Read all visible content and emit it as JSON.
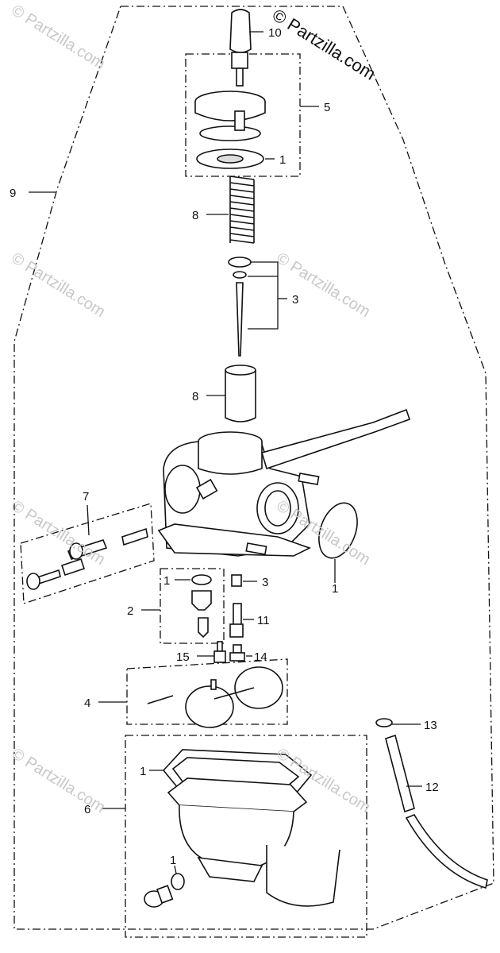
{
  "watermark": {
    "copyright": "© Partzilla.com",
    "repeat_text": "© Partzilla.com"
  },
  "callouts": [
    {
      "id": "c10",
      "label": "10"
    },
    {
      "id": "c5",
      "label": "5"
    },
    {
      "id": "c1a",
      "label": "1"
    },
    {
      "id": "c9",
      "label": "9"
    },
    {
      "id": "c8a",
      "label": "8"
    },
    {
      "id": "c3a",
      "label": "3"
    },
    {
      "id": "c8b",
      "label": "8"
    },
    {
      "id": "c7",
      "label": "7"
    },
    {
      "id": "c1b",
      "label": "1"
    },
    {
      "id": "c1c",
      "label": "1"
    },
    {
      "id": "c3b",
      "label": "3"
    },
    {
      "id": "c2",
      "label": "2"
    },
    {
      "id": "c11",
      "label": "11"
    },
    {
      "id": "c15",
      "label": "15"
    },
    {
      "id": "c14",
      "label": "14"
    },
    {
      "id": "c4",
      "label": "4"
    },
    {
      "id": "c13",
      "label": "13"
    },
    {
      "id": "c1d",
      "label": "1"
    },
    {
      "id": "c12",
      "label": "12"
    },
    {
      "id": "c6",
      "label": "6"
    },
    {
      "id": "c1e",
      "label": "1"
    }
  ]
}
